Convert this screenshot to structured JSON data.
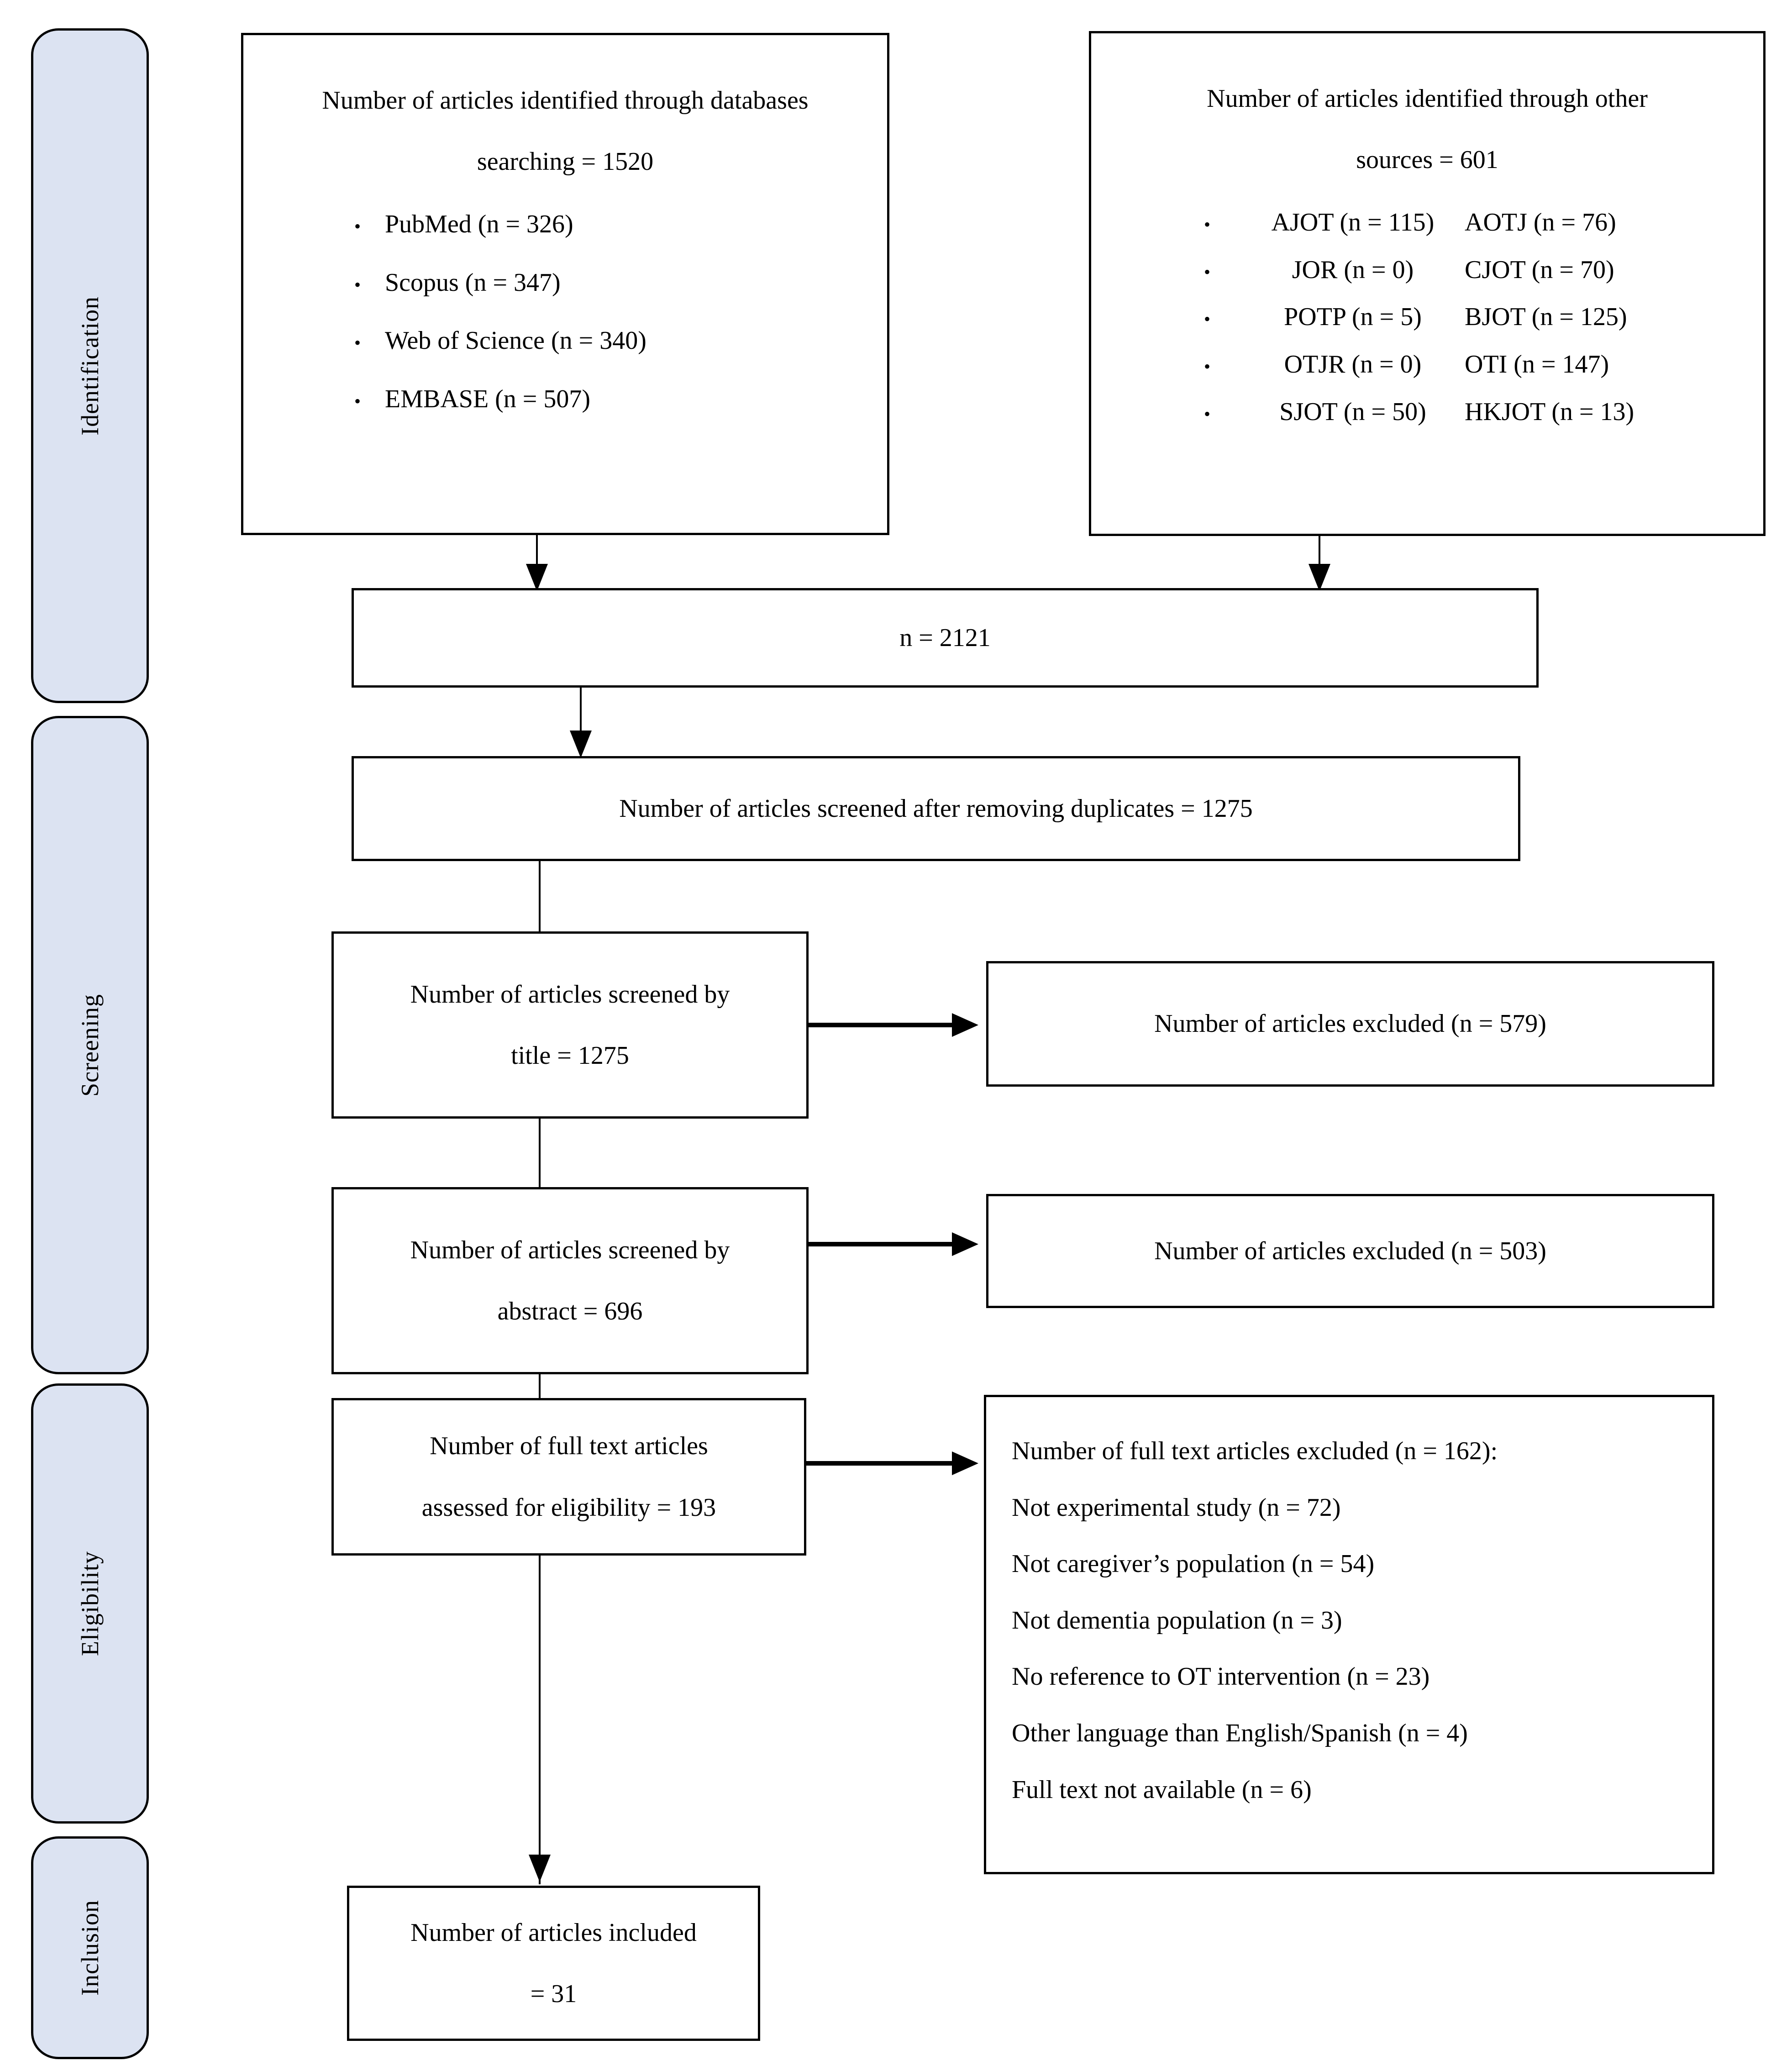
{
  "diagram": {
    "type": "prisma-flow-diagram",
    "phases": [
      {
        "id": "identification",
        "label": "Identification"
      },
      {
        "id": "screening",
        "label": "Screening"
      },
      {
        "id": "eligibility",
        "label": "Eligibility"
      },
      {
        "id": "inclusion",
        "label": "Inclusion"
      }
    ],
    "colors": {
      "phase_fill": "#dce3f2",
      "box_fill": "#ffffff",
      "stroke": "#000000",
      "text": "#000000"
    }
  },
  "identification": {
    "databases_box": {
      "title": "Number of articles identified through databases",
      "subtitle": "searching = 1520",
      "items": [
        "PubMed (n = 326)",
        "Scopus (n = 347)",
        "Web of Science (n = 340)",
        "EMBASE (n = 507)"
      ]
    },
    "other_sources_box": {
      "title": "Number of articles identified through other",
      "subtitle": "sources = 601",
      "items": [
        {
          "left": "AJOT (n = 115)",
          "right": "AOTJ (n = 76)"
        },
        {
          "left": "JOR (n = 0)",
          "right": "CJOT (n = 70)"
        },
        {
          "left": "POTP (n = 5)",
          "right": "BJOT (n = 125)"
        },
        {
          "left": "OTJR (n = 0)",
          "right": "OTI (n = 147)"
        },
        {
          "left": "SJOT (n = 50)",
          "right": "HKJOT (n = 13)"
        }
      ]
    },
    "combined_box": {
      "text": "n = 2121"
    }
  },
  "screening": {
    "duplicates_box": {
      "text": "Number of articles screened after removing duplicates = 1275"
    },
    "title_screen_box": {
      "line1": "Number of articles screened by",
      "line2": "title = 1275"
    },
    "title_excluded_box": {
      "text": "Number of articles excluded (n = 579)"
    },
    "abstract_screen_box": {
      "line1": "Number of articles screened by",
      "line2": "abstract = 696"
    },
    "abstract_excluded_box": {
      "text": "Number of articles excluded (n = 503)"
    }
  },
  "eligibility": {
    "fulltext_box": {
      "line1": "Number of full text articles",
      "line2": "assessed for eligibility = 193"
    },
    "excluded_box": {
      "heading": "Number of full text articles excluded (n = 162):",
      "reasons": [
        "Not experimental study (n = 72)",
        "Not caregiver’s population (n = 54)",
        "Not dementia population (n = 3)",
        "No reference to OT intervention (n = 23)",
        "Other language than English/Spanish (n = 4)",
        "Full text not available (n = 6)"
      ]
    }
  },
  "inclusion": {
    "included_box": {
      "line1": "Number of articles included",
      "line2": "= 31"
    }
  },
  "chart_data": {
    "type": "diagram-flow",
    "title": "PRISMA flow diagram",
    "nodes": [
      {
        "id": "databases",
        "label": "Number of articles identified through databases searching",
        "value": 1520
      },
      {
        "id": "other_sources",
        "label": "Number of articles identified through other sources",
        "value": 601
      },
      {
        "id": "combined",
        "label": "n",
        "value": 2121
      },
      {
        "id": "after_duplicates",
        "label": "Number of articles screened after removing duplicates",
        "value": 1275
      },
      {
        "id": "screened_title",
        "label": "Number of articles screened by title",
        "value": 1275
      },
      {
        "id": "excluded_title",
        "label": "Number of articles excluded",
        "value": 579
      },
      {
        "id": "screened_abstract",
        "label": "Number of articles screened by abstract",
        "value": 696
      },
      {
        "id": "excluded_abstract",
        "label": "Number of articles excluded",
        "value": 503
      },
      {
        "id": "fulltext_assessed",
        "label": "Number of full text articles assessed for eligibility",
        "value": 193
      },
      {
        "id": "fulltext_excluded",
        "label": "Number of full text articles excluded",
        "value": 162
      },
      {
        "id": "included",
        "label": "Number of articles included",
        "value": 31
      }
    ],
    "database_breakdown": {
      "categories": [
        "PubMed",
        "Scopus",
        "Web of Science",
        "EMBASE"
      ],
      "values": [
        326,
        347,
        340,
        507
      ]
    },
    "other_sources_breakdown": {
      "categories": [
        "AJOT",
        "JOR",
        "POTP",
        "OTJR",
        "SJOT",
        "AOTJ",
        "CJOT",
        "BJOT",
        "OTI",
        "HKJOT"
      ],
      "values": [
        115,
        0,
        5,
        0,
        50,
        76,
        70,
        125,
        147,
        13
      ]
    },
    "exclusion_reasons": {
      "categories": [
        "Not experimental study",
        "Not caregiver’s population",
        "Not dementia population",
        "No reference to OT intervention",
        "Other language than English/Spanish",
        "Full text not available"
      ],
      "values": [
        72,
        54,
        3,
        23,
        4,
        6
      ]
    },
    "edges": [
      {
        "from": "databases",
        "to": "combined"
      },
      {
        "from": "other_sources",
        "to": "combined"
      },
      {
        "from": "combined",
        "to": "after_duplicates"
      },
      {
        "from": "after_duplicates",
        "to": "screened_title"
      },
      {
        "from": "screened_title",
        "to": "excluded_title"
      },
      {
        "from": "screened_title",
        "to": "screened_abstract"
      },
      {
        "from": "screened_abstract",
        "to": "excluded_abstract"
      },
      {
        "from": "screened_abstract",
        "to": "fulltext_assessed"
      },
      {
        "from": "fulltext_assessed",
        "to": "fulltext_excluded"
      },
      {
        "from": "fulltext_assessed",
        "to": "included"
      }
    ]
  }
}
